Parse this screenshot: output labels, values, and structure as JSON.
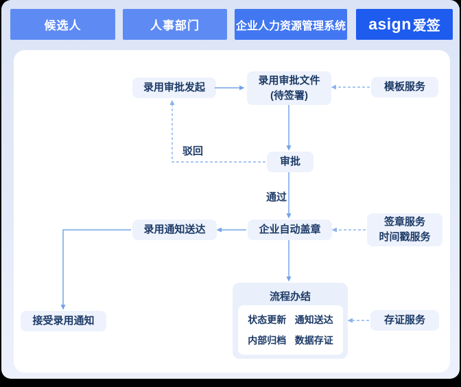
{
  "header": {
    "lanes": [
      {
        "label": "候选人"
      },
      {
        "label": "人事部门"
      },
      {
        "label": "企业人力资源管理系统"
      }
    ],
    "brand": {
      "latin": "asign",
      "cjk": "爱签"
    }
  },
  "flow": {
    "nodes": {
      "initiate": "录用审批发起",
      "doc_line1": "录用审批文件",
      "doc_line2": "(待签署)",
      "approve": "审批",
      "stamp": "企业自动盖章",
      "notice_delivered": "录用通知送达",
      "accept_notice": "接受录用通知"
    },
    "edge_labels": {
      "reject": "驳回",
      "pass": "通过"
    },
    "finish": {
      "title": "流程办结",
      "items": [
        "状态更新",
        "通知送达",
        "内部归档",
        "数据存证"
      ]
    },
    "services": {
      "template": "模板服务",
      "sign_line1": "签章服务",
      "sign_line2": "时间戳服务",
      "evidence": "存证服务"
    }
  },
  "colors": {
    "lane_blue": "#5e8bf3",
    "lane_blue_dark": "#4277f2",
    "brand_blue": "#1e5bef",
    "node_fill": "#edf2fc",
    "node_text": "#1d3a66",
    "solid_line": "#74a3e7",
    "dashed_line": "#8ab3ee",
    "card_bg_top": "#dbe4f6",
    "card_bg_bottom": "#edf1fc"
  }
}
